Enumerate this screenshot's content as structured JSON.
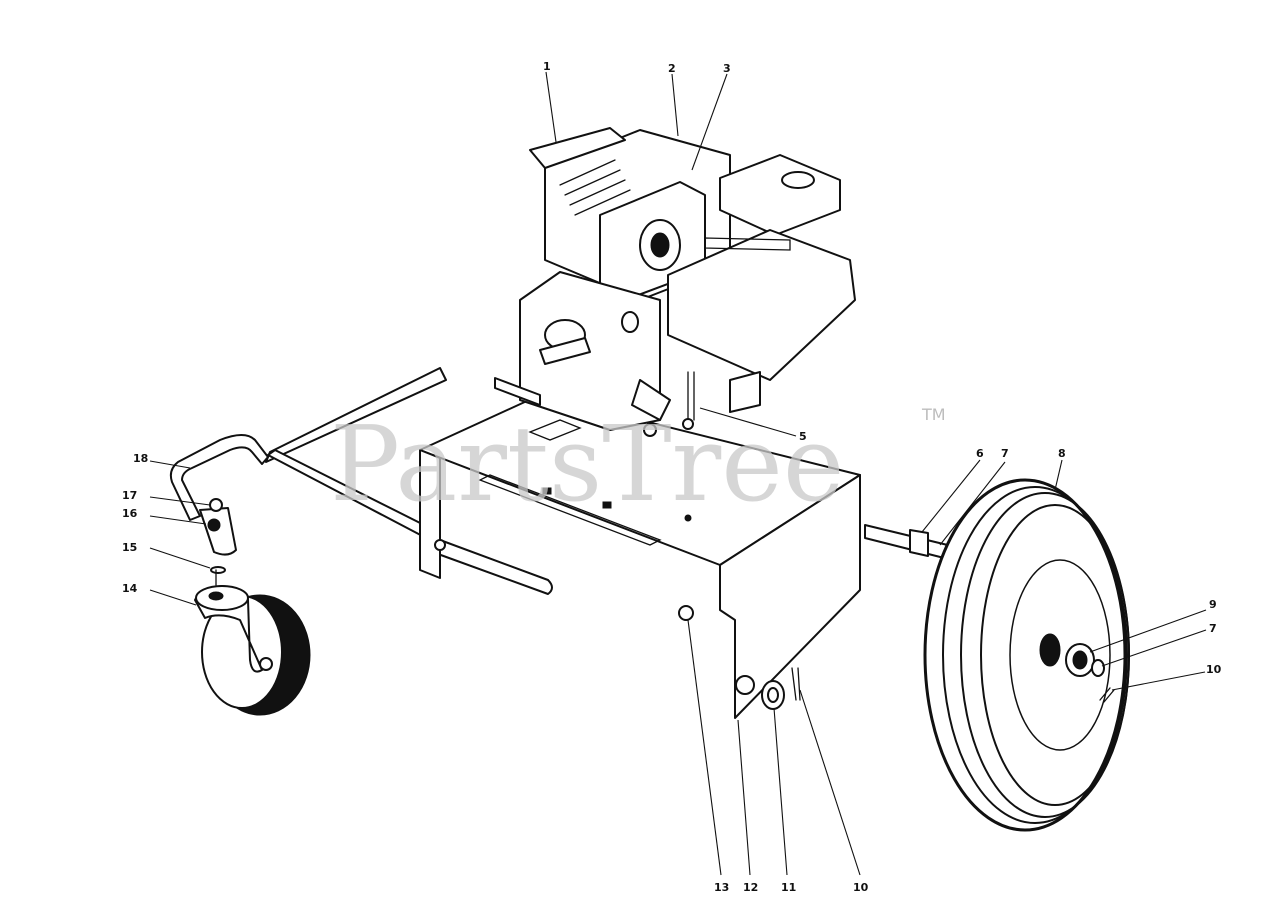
{
  "watermark": {
    "text": "PartsTree",
    "trademark": "TM"
  },
  "callouts": [
    {
      "id": "c1",
      "text": "1"
    },
    {
      "id": "c2",
      "text": "2"
    },
    {
      "id": "c3",
      "text": "3"
    },
    {
      "id": "c5",
      "text": "5"
    },
    {
      "id": "c6",
      "text": "6"
    },
    {
      "id": "c7a",
      "text": "7"
    },
    {
      "id": "c8",
      "text": "8"
    },
    {
      "id": "c9",
      "text": "9"
    },
    {
      "id": "c7b",
      "text": "7"
    },
    {
      "id": "c10a",
      "text": "10"
    },
    {
      "id": "c14",
      "text": "14"
    },
    {
      "id": "c15",
      "text": "15"
    },
    {
      "id": "c16",
      "text": "16"
    },
    {
      "id": "c17",
      "text": "17"
    },
    {
      "id": "c18",
      "text": "18"
    },
    {
      "id": "c13",
      "text": "13"
    },
    {
      "id": "c12",
      "text": "12"
    },
    {
      "id": "c11",
      "text": "11"
    },
    {
      "id": "c10b",
      "text": "10"
    }
  ],
  "colors": {
    "ink": "#111111",
    "paper": "#ffffff",
    "watermark": "#c9c9c9"
  }
}
